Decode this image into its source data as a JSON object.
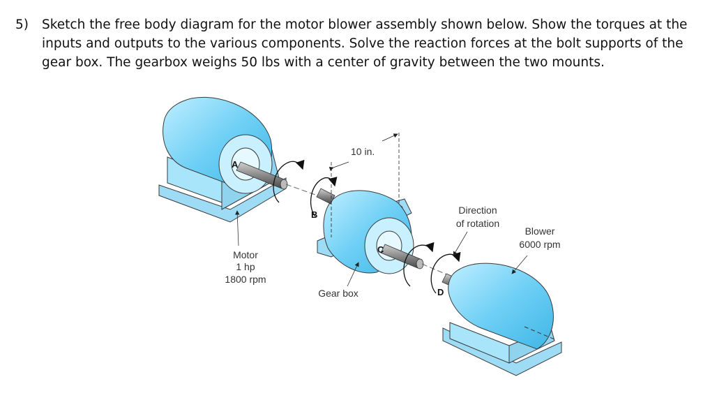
{
  "problem": {
    "number": "5)",
    "text": "Sketch the free body diagram for the motor blower assembly shown below. Show the torques at the inputs and outputs to the various components. Solve the reaction forces at the bolt supports of the gear box. The gearbox weighs 50 lbs with a center of gravity between the two mounts."
  },
  "diagram": {
    "dimension": "10 in.",
    "points": {
      "a": "A",
      "b": "B",
      "c": "C",
      "d": "D"
    },
    "motor": {
      "line1": "Motor",
      "line2": "1 hp",
      "line3": "1800 rpm"
    },
    "gearbox": "Gear box",
    "direction": {
      "line1": "Direction",
      "line2": "of rotation"
    },
    "blower": {
      "line1": "Blower",
      "line2": "6000 rpm"
    },
    "colors": {
      "body": "#5cc8f0",
      "body_light": "#a8e4fa",
      "face": "#d8f4fd",
      "base": "#9edbf4",
      "shaft": "#8a8a8a",
      "outline": "#3a3a3a"
    }
  }
}
